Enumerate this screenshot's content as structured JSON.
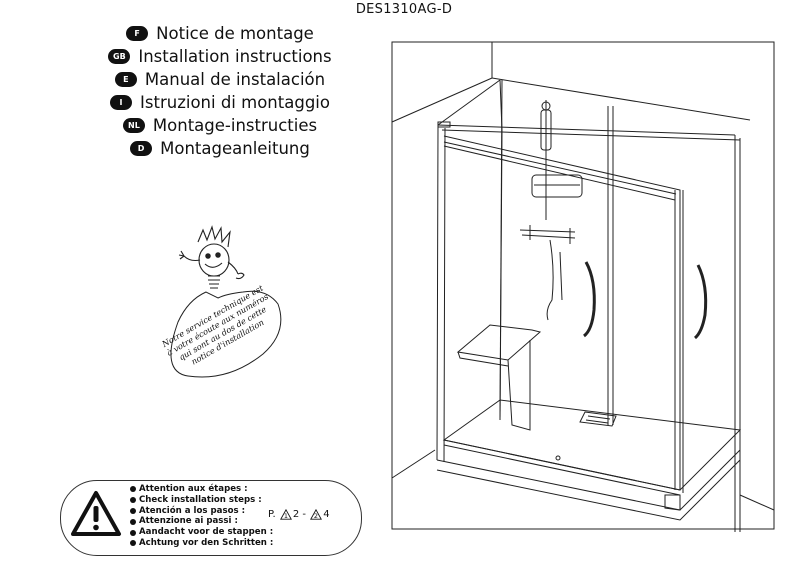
{
  "document": {
    "model_code": "DES1310AG-D"
  },
  "languages": [
    {
      "badge": "F",
      "title": "Notice de montage"
    },
    {
      "badge": "GB",
      "title": "Installation instructions"
    },
    {
      "badge": "E",
      "title": "Manual de instalación"
    },
    {
      "badge": "I",
      "title": "Istruzioni di montaggio"
    },
    {
      "badge": "NL",
      "title": "Montage-instructies"
    },
    {
      "badge": "D",
      "title": "Montageanleitung"
    }
  ],
  "mascot": {
    "speech_lines": [
      "Notre service technique est",
      "à votre écoute aux numéros",
      "qui sont au dos de cette",
      "notice d'installation"
    ]
  },
  "warning": {
    "icon": "warning-triangle-icon",
    "steps": [
      "Attention aux étapes :",
      "Check installation steps :",
      "Atención a los pasos :",
      "Attenzione ai passi :",
      "Aandacht voor de stappen :",
      "Achtung vor den Schritten :"
    ],
    "page_prefix": "P.",
    "step_a": "1",
    "page_a": "2",
    "separator": "-",
    "step_b": "2",
    "page_b": "4"
  }
}
